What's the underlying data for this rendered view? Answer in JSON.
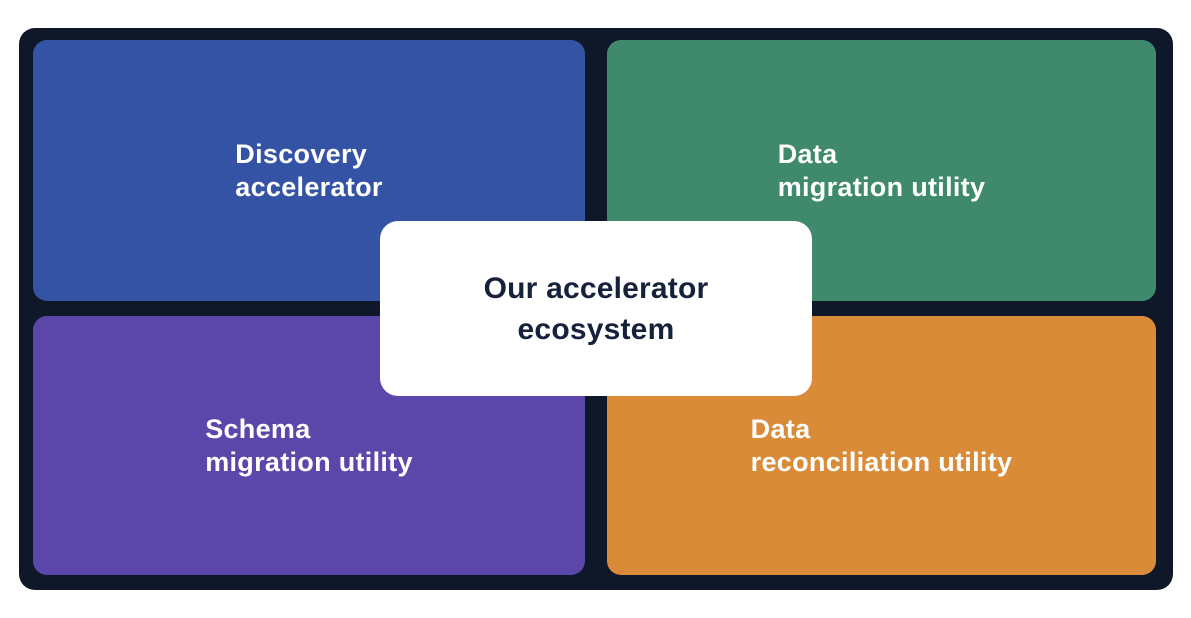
{
  "diagram": {
    "center_card": {
      "title_line1": "Our accelerator",
      "title_line2": "ecosystem",
      "text_color": "#16213C",
      "bg_color": "#FFFFFF"
    },
    "quadrants": {
      "top_left": {
        "line1": "Discovery",
        "line2": "accelerator",
        "color": "#3553A4"
      },
      "top_right": {
        "line1": "Data",
        "line2": "migration utility",
        "color": "#3F8A6C"
      },
      "bottom_left": {
        "line1": "Schema",
        "line2": "migration utility",
        "color": "#5B46AA"
      },
      "bottom_right": {
        "line1": "Data",
        "line2": "reconciliation utility",
        "color": "#DA8B38"
      }
    },
    "colors": {
      "frame": "#0E1829",
      "page_background": "#FFFFFF",
      "quadrant_text": "#FFFFFF"
    }
  }
}
